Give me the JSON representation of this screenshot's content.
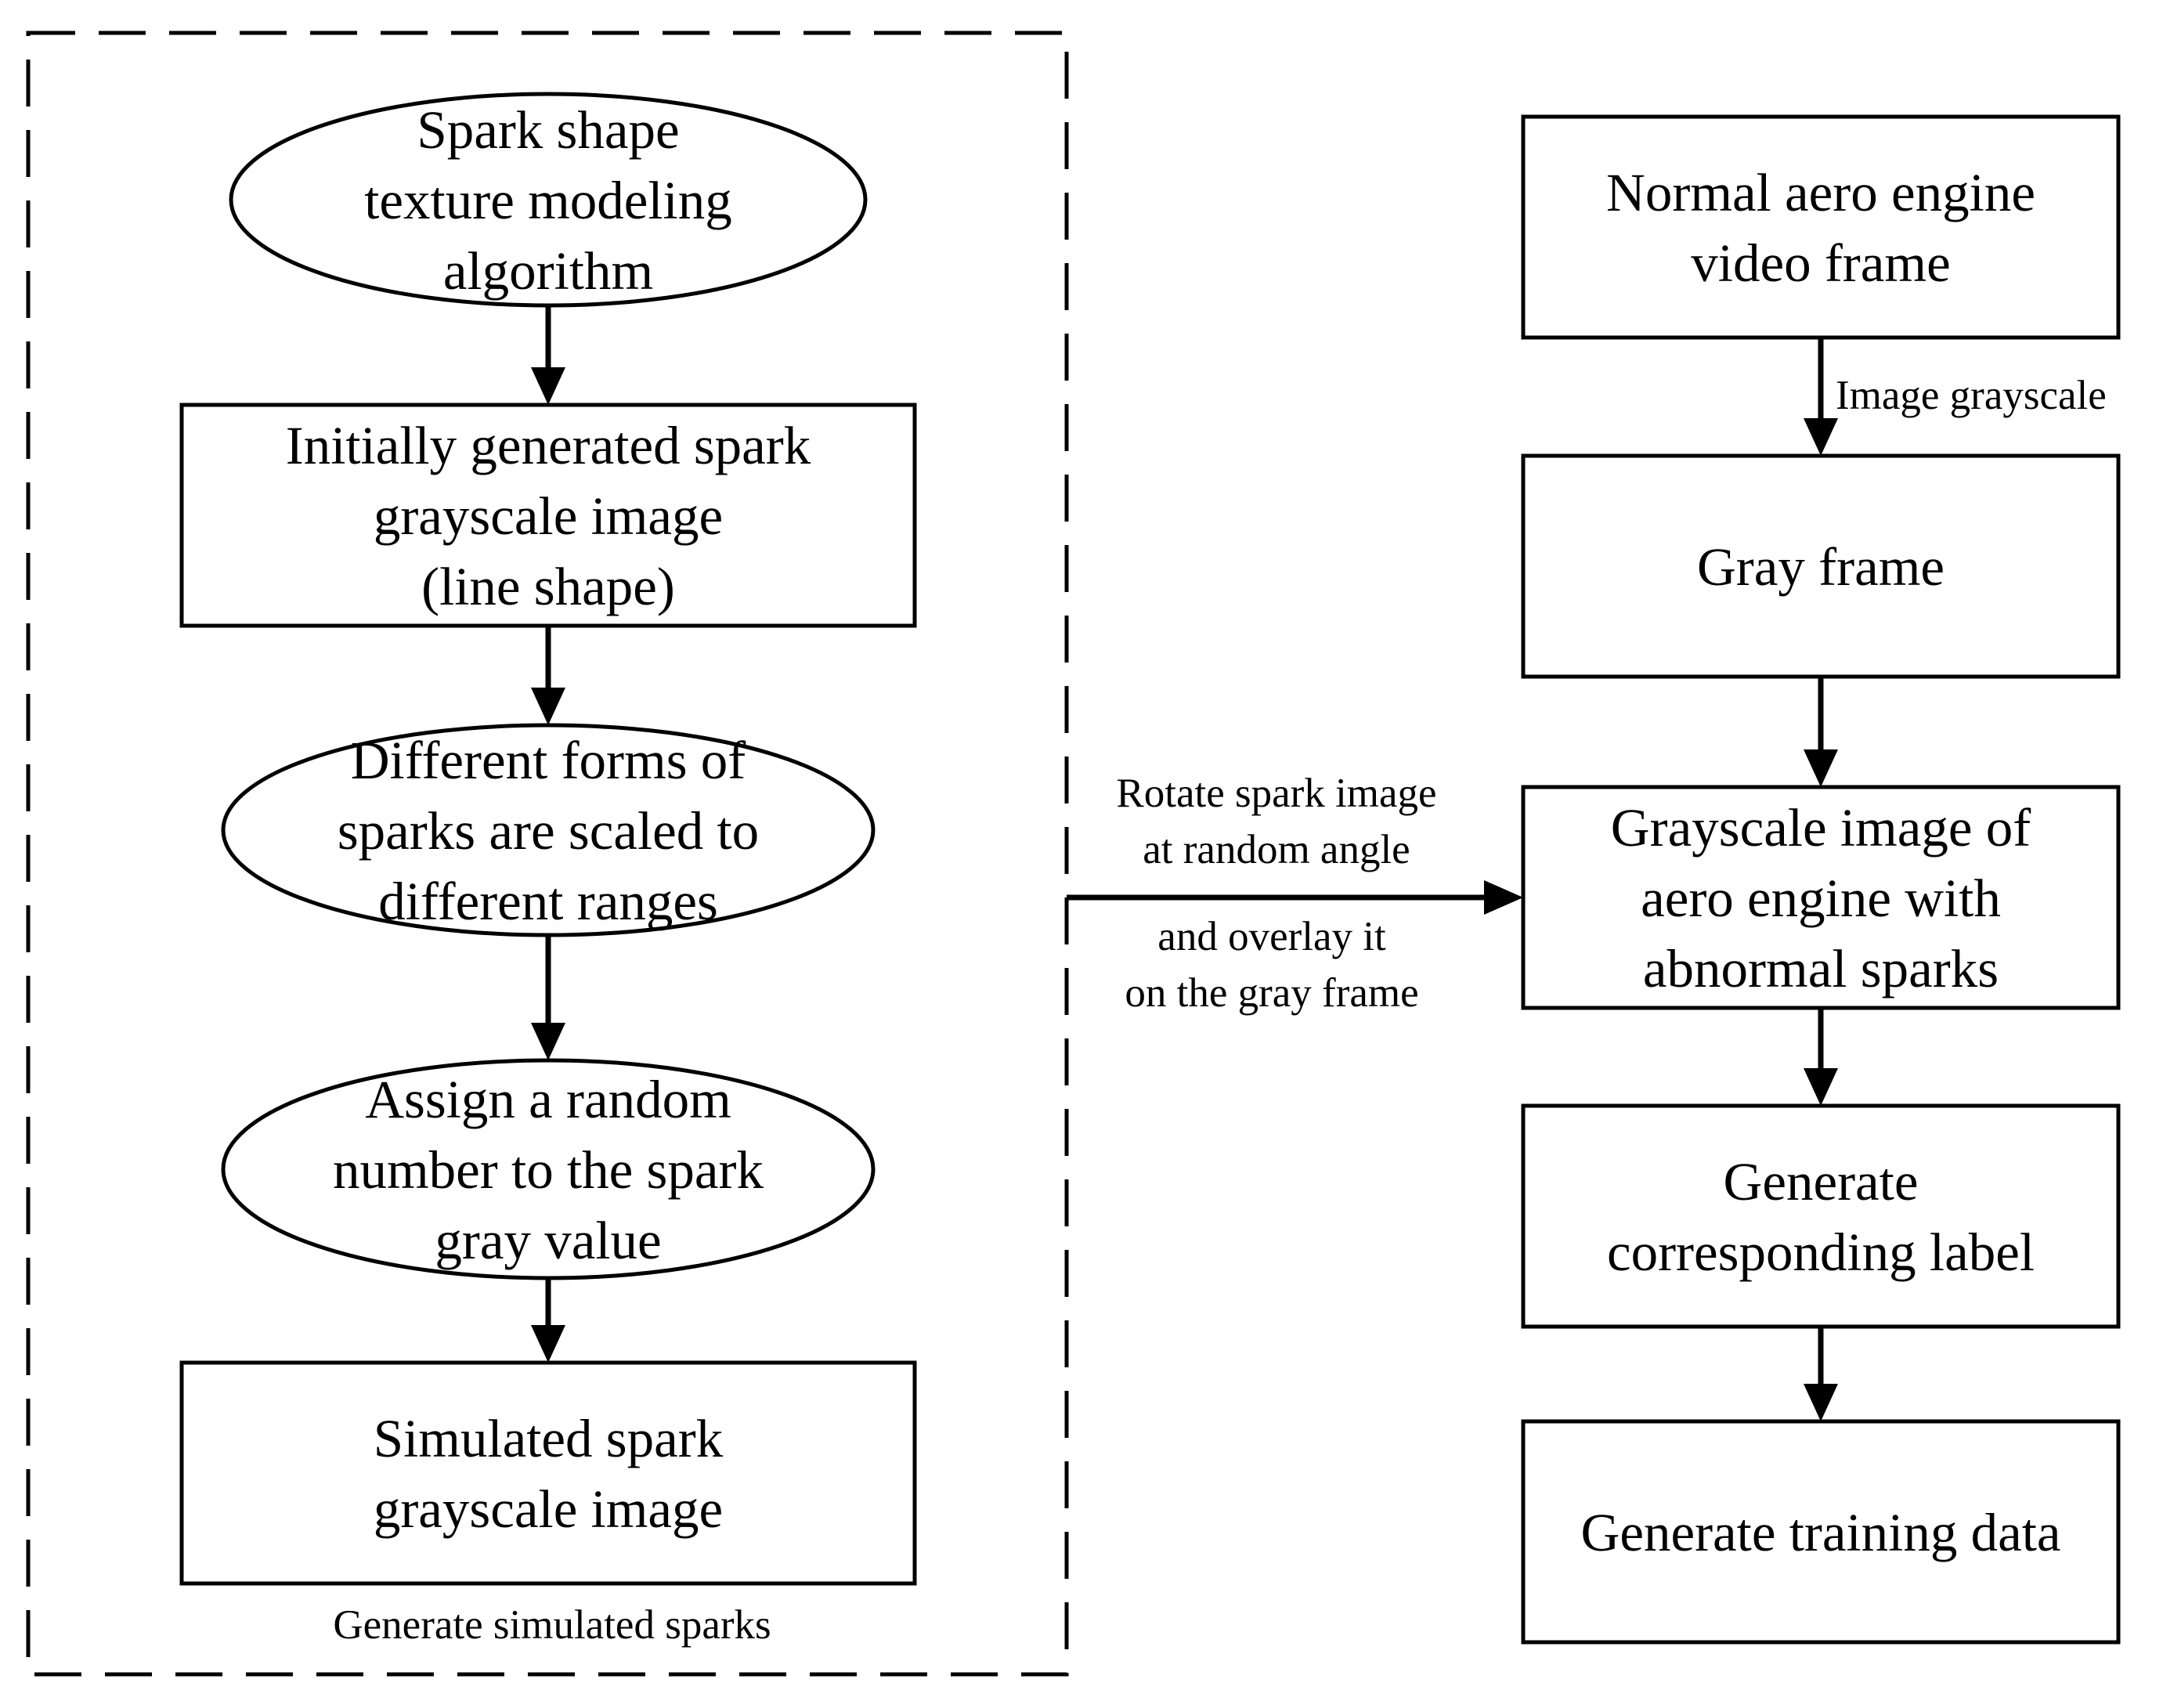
{
  "left_group": {
    "caption": "Generate simulated sparks",
    "nodes": [
      {
        "id": "spark-shape-texture-modeling-algorithm",
        "shape": "ellipse",
        "lines": [
          "Spark shape",
          "texture modeling",
          "algorithm"
        ]
      },
      {
        "id": "initially-generated-spark-image",
        "shape": "rect",
        "lines": [
          "Initially generated spark",
          "grayscale image",
          "(line shape)"
        ]
      },
      {
        "id": "different-forms-of-sparks-scaled",
        "shape": "ellipse",
        "lines": [
          "Different forms of",
          "sparks are scaled to",
          "different ranges"
        ]
      },
      {
        "id": "assign-random-gray-value",
        "shape": "ellipse",
        "lines": [
          "Assign a random",
          "number to the spark",
          "gray value"
        ]
      },
      {
        "id": "simulated-spark-grayscale-image",
        "shape": "rect",
        "lines": [
          "Simulated spark",
          "grayscale image"
        ]
      }
    ]
  },
  "right_group": {
    "nodes": [
      {
        "id": "normal-aero-engine-video-frame",
        "shape": "rect",
        "lines": [
          "Normal aero engine",
          "video frame"
        ]
      },
      {
        "id": "gray-frame",
        "shape": "rect",
        "lines": [
          "Gray frame"
        ]
      },
      {
        "id": "grayscale-image-with-abnormal-sparks",
        "shape": "rect",
        "lines": [
          "Grayscale image of",
          "aero engine with",
          "abnormal sparks"
        ]
      },
      {
        "id": "generate-corresponding-label",
        "shape": "rect",
        "lines": [
          "Generate",
          "corresponding label"
        ]
      },
      {
        "id": "generate-training-data",
        "shape": "rect",
        "lines": [
          "Generate training data"
        ]
      }
    ]
  },
  "edge_labels": {
    "image_grayscale": "Image grayscale",
    "rotate_overlay_top": [
      "Rotate spark image",
      "at random angle"
    ],
    "rotate_overlay_bottom": [
      "and overlay it",
      "on the gray frame"
    ]
  },
  "colors": {
    "stroke": "#000000",
    "background": "#ffffff"
  }
}
